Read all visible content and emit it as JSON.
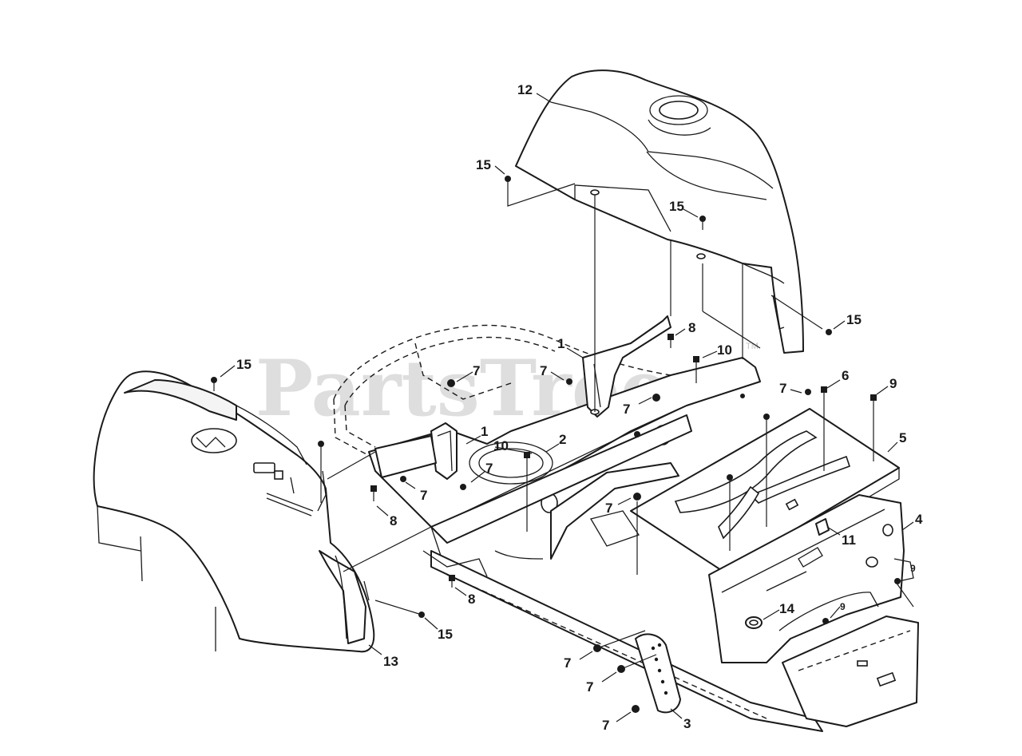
{
  "watermark": {
    "text": "PartsTree",
    "trademark": "TM"
  },
  "callouts": {
    "c1a": "1",
    "c1b": "1",
    "c2": "2",
    "c3": "3",
    "c4": "4",
    "c5": "5",
    "c6": "6",
    "c7a": "7",
    "c7b": "7",
    "c7c": "7",
    "c7d": "7",
    "c7e": "7",
    "c7f": "7",
    "c7g": "7",
    "c7h": "7",
    "c7i": "7",
    "c7j": "7",
    "c8a": "8",
    "c8b": "8",
    "c8c": "8",
    "c9a": "9",
    "c9b": "9",
    "c9c": "9",
    "c10a": "10",
    "c10b": "10",
    "c11": "11",
    "c12": "12",
    "c13": "13",
    "c14": "14",
    "c15a": "15",
    "c15b": "15",
    "c15c": "15",
    "c15d": "15",
    "c15e": "15"
  }
}
